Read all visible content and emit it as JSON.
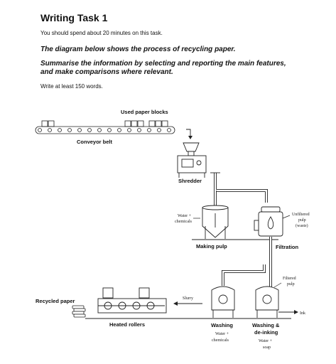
{
  "header": {
    "title": "Writing Task 1",
    "instruction": "You should spend about 20 minutes on this task.",
    "question_line1": "The diagram below shows the process of recycling paper.",
    "question_line2": "Summarise the information by selecting and reporting the main features, and make comparisons where relevant.",
    "word_count": "Write at least 150 words."
  },
  "diagram": {
    "used_paper_blocks": "Used paper blocks",
    "conveyor_belt": "Conveyor belt",
    "shredder": "Shredder",
    "water_chemicals_1": [
      "Water +",
      "chemicals"
    ],
    "making_pulp": "Making pulp",
    "unfiltered_pulp": [
      "Unfiltered",
      "pulp",
      "(waste)"
    ],
    "filtration": "Filtration",
    "filtered_pulp": [
      "Filtered",
      "pulp"
    ],
    "ink": "Ink",
    "slurry": "Slurry",
    "recycled_paper": "Recycled paper",
    "heated_rollers": "Heated rollers",
    "washing": "Washing",
    "water_chemicals_2": [
      "Water +",
      "chemicals"
    ],
    "washing_deinking": [
      "Washing &",
      "de-inking"
    ],
    "water_soap": [
      "Water +",
      "soap"
    ]
  }
}
